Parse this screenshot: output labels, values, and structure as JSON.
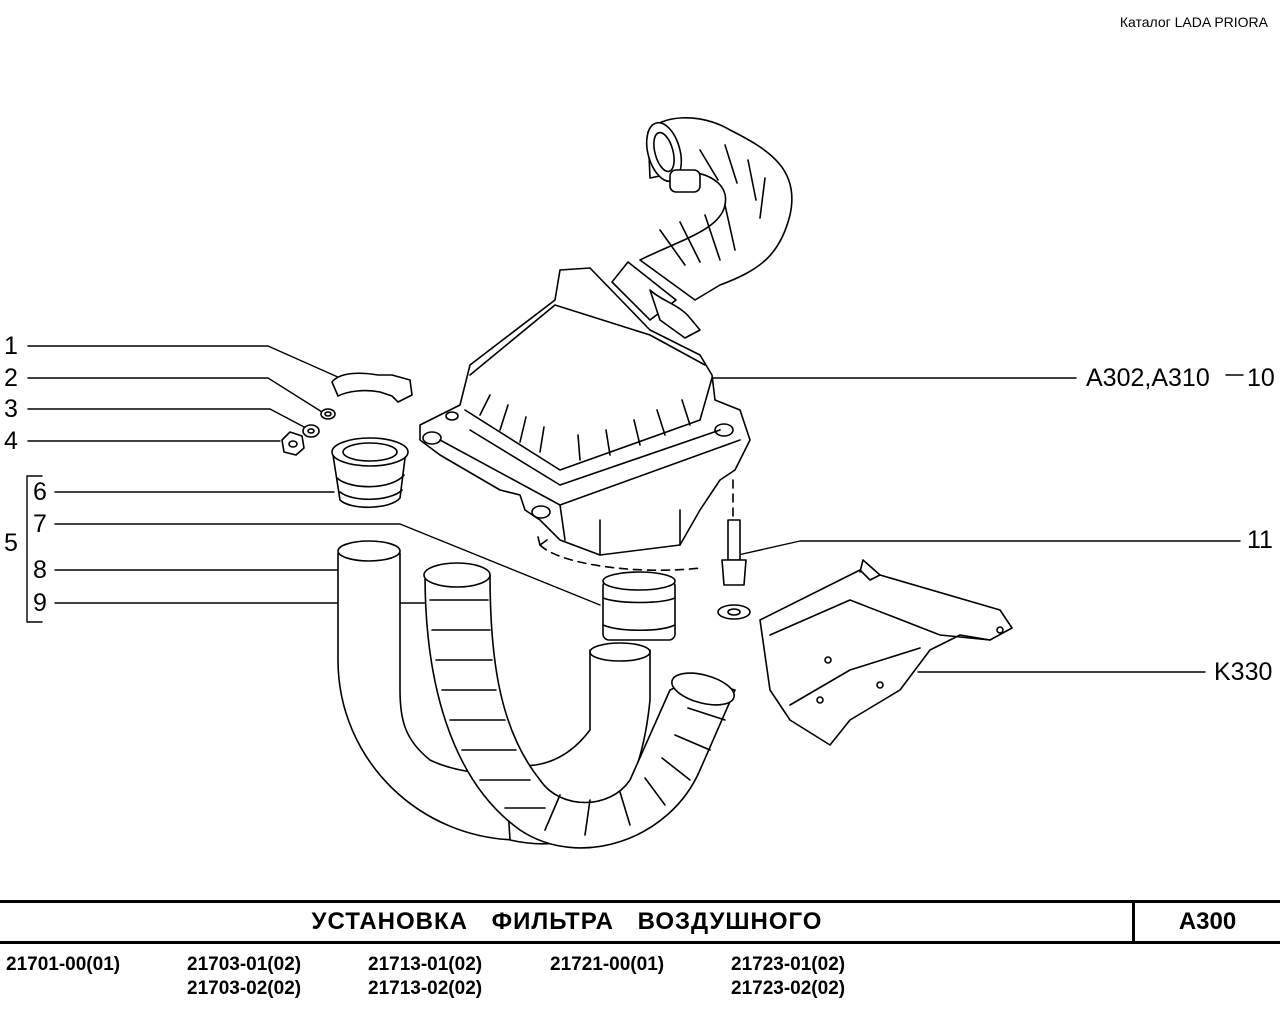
{
  "header": {
    "catalog": "Каталог  LADA  PRIORA"
  },
  "callouts": {
    "c1": "1",
    "c2": "2",
    "c3": "3",
    "c4": "4",
    "c5": "5",
    "c6": "6",
    "c7": "7",
    "c8": "8",
    "c9": "9",
    "ref_housing": "A302,A310",
    "c10": "10",
    "c11": "11",
    "ref_bracket": "K330"
  },
  "footer": {
    "title": "УСТАНОВКА   ФИЛЬТРА   ВОЗДУШНОГО",
    "code": "A300",
    "models": {
      "m1": "21701-00(01)",
      "m2a": "21703-01(02)",
      "m2b": "21703-02(02)",
      "m3a": "21713-01(02)",
      "m3b": "21713-02(02)",
      "m4": "21721-00(01)",
      "m5a": "21723-01(02)",
      "m5b": "21723-02(02)"
    }
  }
}
